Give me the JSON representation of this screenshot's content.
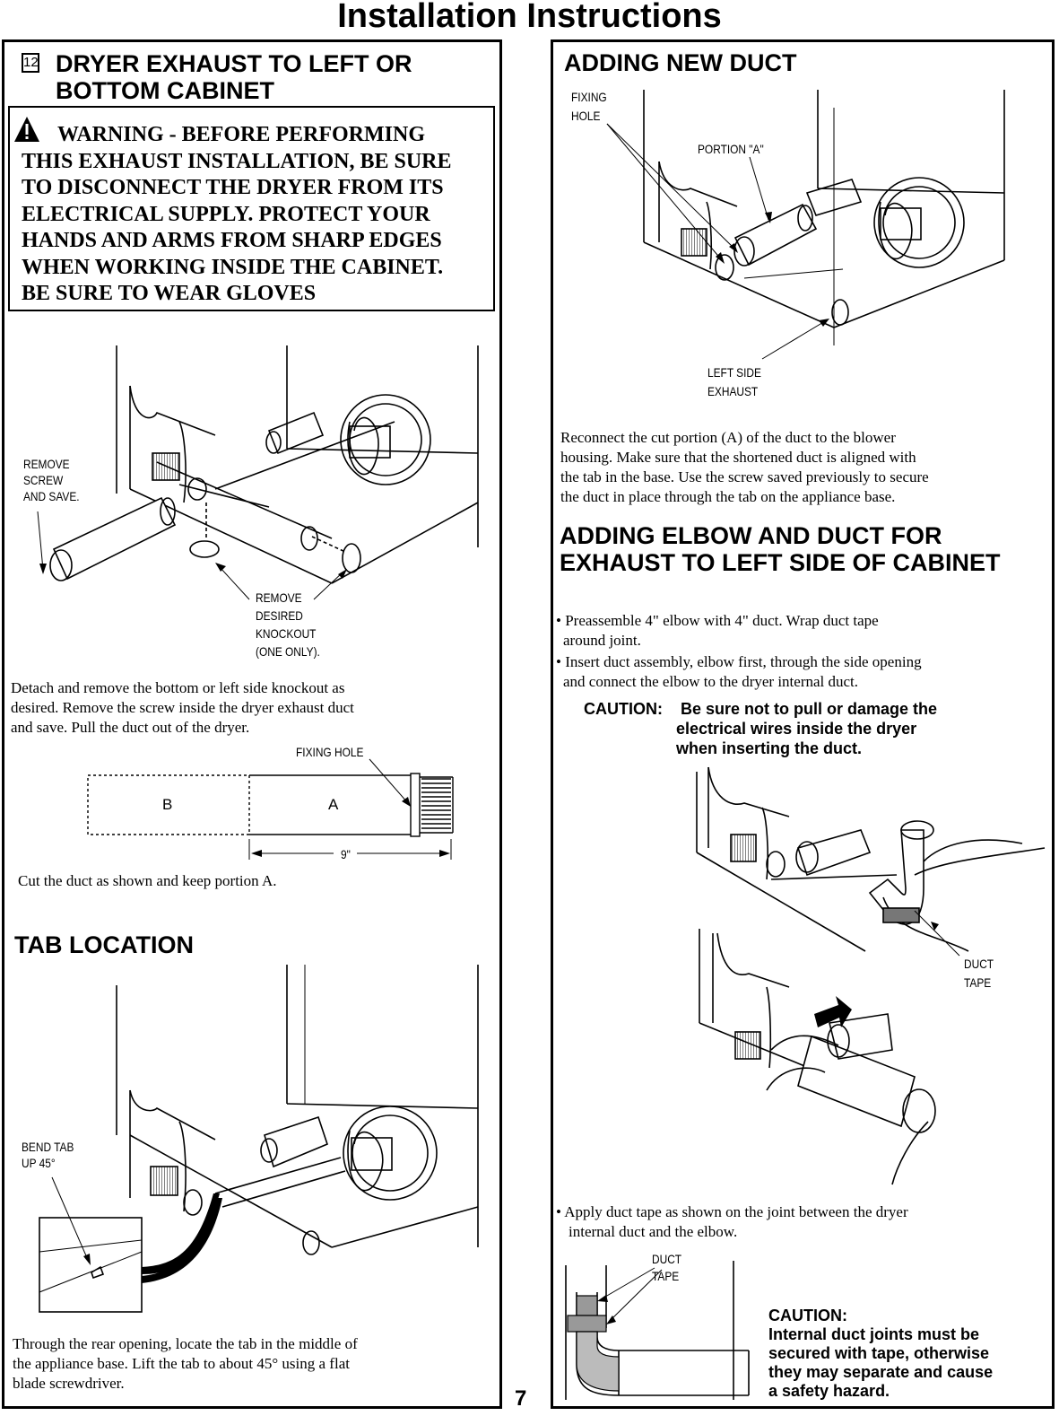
{
  "header": {
    "title": "Installation Instructions",
    "page_number": "7"
  },
  "left": {
    "step_number": "12",
    "heading_line1": "DRYER EXHAUST TO LEFT OR",
    "heading_line2": "BOTTOM CABINET",
    "warning_lines": [
      "WARNING - BEFORE PERFORMING",
      "THIS EXHAUST INSTALLATION, BE SURE",
      "TO DISCONNECT THE DRYER FROM ITS",
      "ELECTRICAL SUPPLY. PROTECT YOUR",
      "HANDS AND ARMS FROM SHARP EDGES",
      "WHEN WORKING INSIDE THE CABINET.",
      "BE SURE TO WEAR GLOVES"
    ],
    "fig1_labels": {
      "remove_screw": [
        "REMOVE",
        "SCREW",
        "AND SAVE."
      ],
      "remove_knockout": [
        "REMOVE",
        "DESIRED",
        "KNOCKOUT",
        "(ONE ONLY)."
      ]
    },
    "para_detach": [
      "Detach and remove the bottom or left side knockout as",
      "desired. Remove the screw inside the dryer exhaust duct",
      "and save. Pull the duct out of the dryer."
    ],
    "cut_fig": {
      "fixing_hole": "FIXING HOLE",
      "label_b": "B",
      "label_a": "A",
      "dimension": "9\""
    },
    "para_cut": "Cut the duct as shown and keep portion A.",
    "tab_heading": "TAB LOCATION",
    "tab_label": [
      "BEND TAB",
      "UP 45°"
    ],
    "para_tab": [
      "Through the rear opening, locate the tab in the middle of",
      "the appliance base. Lift the tab to about 45° using a flat",
      "blade screwdriver."
    ]
  },
  "right": {
    "heading_new_duct": "ADDING NEW DUCT",
    "fig_new_duct": {
      "fixing_hole": [
        "FIXING",
        "HOLE"
      ],
      "portion_a": "PORTION \"A\"",
      "left_side_exhaust": [
        "LEFT SIDE",
        "EXHAUST"
      ]
    },
    "para_reconnect": [
      "Reconnect the cut portion (A) of the duct to the blower",
      "housing. Make sure that the shortened duct is aligned with",
      "the tab in the base. Use the screw saved previously to secure",
      "the duct in place through the tab on the appliance base."
    ],
    "heading_elbow_line1": "ADDING ELBOW AND DUCT FOR",
    "heading_elbow_line2": "EXHAUST TO LEFT SIDE OF CABINET",
    "bullet1": [
      "Preassemble 4\" elbow with 4\" duct. Wrap duct tape",
      "around joint."
    ],
    "bullet2": [
      "Insert duct assembly, elbow first, through the side opening",
      "and connect the elbow to the dryer internal duct."
    ],
    "caution1_label": "CAUTION:",
    "caution1_lines": [
      "Be sure not to pull or damage the",
      "electrical wires inside the dryer",
      "when inserting the duct."
    ],
    "duct_tape_label": [
      "DUCT",
      "TAPE"
    ],
    "bullet3": [
      "Apply duct tape as shown on the joint between the dryer",
      "internal duct and the elbow."
    ],
    "duct_tape_label2": [
      "DUCT",
      "TAPE"
    ],
    "caution2_label": "CAUTION:",
    "caution2_lines": [
      "Internal duct joints must be",
      "secured with tape, otherwise",
      "they may separate and cause",
      "a safety hazard."
    ]
  }
}
